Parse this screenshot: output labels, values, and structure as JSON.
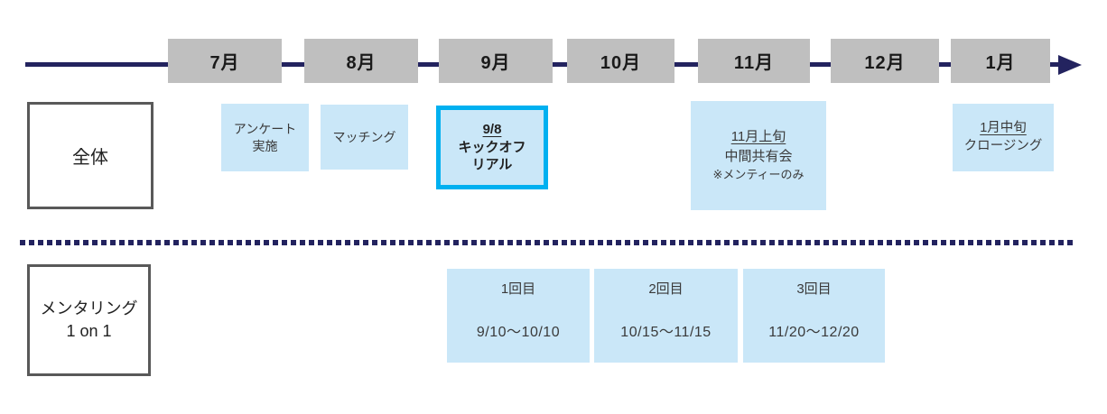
{
  "colors": {
    "navy_line": "#23235f",
    "month_box_gray": "#bfbfbf",
    "event_light_blue": "#cae7f8",
    "kickoff_border_cyan": "#00b0f0",
    "white_box_border_gray": "#595959"
  },
  "months": [
    "7月",
    "8月",
    "9月",
    "10月",
    "11月",
    "12月",
    "1月"
  ],
  "overall": {
    "label": "全体",
    "survey_line1": "アンケート",
    "survey_line2": "実施",
    "matching": "マッチング",
    "kickoff_date": "9/8",
    "kickoff_line1": "キックオフ",
    "kickoff_line2": "リアル",
    "midterm_date": "11月上旬",
    "midterm_title": "中間共有会",
    "midterm_note": "※メンティーのみ",
    "closing_date": "1月中旬",
    "closing_title": "クロージング"
  },
  "mentoring": {
    "label_line1": "メンタリング",
    "label_line2": "1 on 1",
    "sessions": [
      {
        "title": "1回目",
        "period": "9/10～10/10"
      },
      {
        "title": "2回目",
        "period": "10/15～11/15"
      },
      {
        "title": "3回目",
        "period": "11/20～12/20"
      }
    ]
  }
}
